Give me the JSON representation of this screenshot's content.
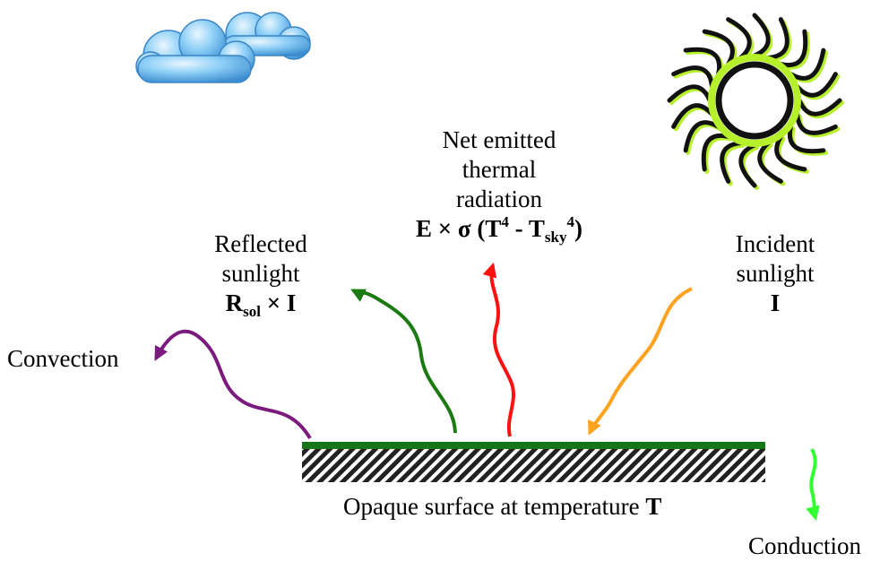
{
  "labels": {
    "convection": "Convection",
    "conduction": "Conduction",
    "reflected": {
      "line1": "Reflected",
      "line2": "sunlight",
      "formula_R": "R",
      "formula_sub": "sol",
      "formula_rest": " × I"
    },
    "net_emitted": {
      "line1": "Net emitted",
      "line2": "thermal",
      "line3": "radiation",
      "formula_a": "E × σ (T",
      "formula_sup1": "4",
      "formula_b": " - T",
      "formula_sub": "sky",
      "formula_sup2": "4",
      "formula_c": ")"
    },
    "incident": {
      "line1": "Incident",
      "line2": "sunlight",
      "formula": "I"
    },
    "surface": {
      "text": "Opaque surface at temperature ",
      "var": "T"
    }
  },
  "colors": {
    "convection": "#7b1b7e",
    "reflected": "#1c7a12",
    "emitted": "#ff1111",
    "incident": "#ffa21f",
    "conduction": "#33ff33",
    "surface_top": "#167516",
    "hatch": "#222222",
    "sun_rays": "#111111",
    "sun_glow": "#b6f02a",
    "cloud": "#7cc2ee"
  },
  "icons": [
    "cloud-icon",
    "sun-icon"
  ]
}
